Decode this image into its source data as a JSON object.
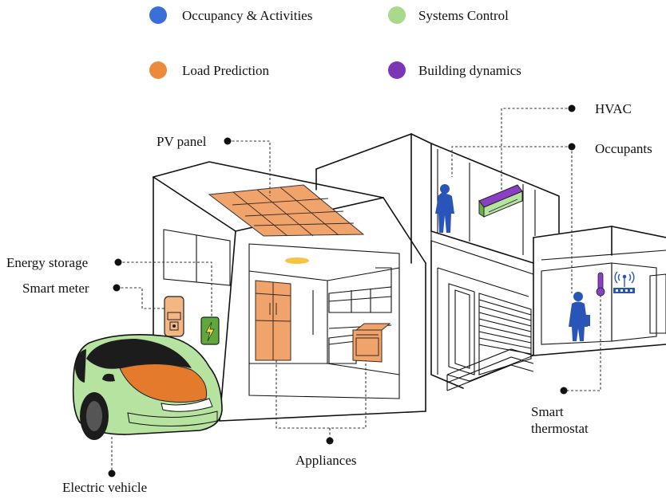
{
  "legend": [
    {
      "label": "Occupancy & Activities",
      "color": "#3b6fd8"
    },
    {
      "label": "Systems Control",
      "color": "#a8d98c"
    },
    {
      "label": "Load Prediction",
      "color": "#ec8a3c"
    },
    {
      "label": "Building dynamics",
      "color": "#7d35b8"
    }
  ],
  "callouts": {
    "pv_panel": "PV panel",
    "hvac": "HVAC",
    "occupants": "Occupants",
    "energy_storage": "Energy storage",
    "smart_meter": "Smart meter",
    "smart_thermostat_line1": "Smart",
    "smart_thermostat_line2": "thermostat",
    "appliances": "Appliances",
    "electric_vehicle": "Electric vehicle"
  },
  "colors": {
    "occupancy": "#2a55b8",
    "systems": "#b7e3a1",
    "load": "#f0a36a",
    "load_dark": "#e47a2c",
    "dynamics": "#8a3fc4",
    "storage_green": "#5fa83c"
  },
  "icons": [
    "battery-bolt-icon",
    "wifi-signal-icon",
    "thermometer-icon"
  ]
}
